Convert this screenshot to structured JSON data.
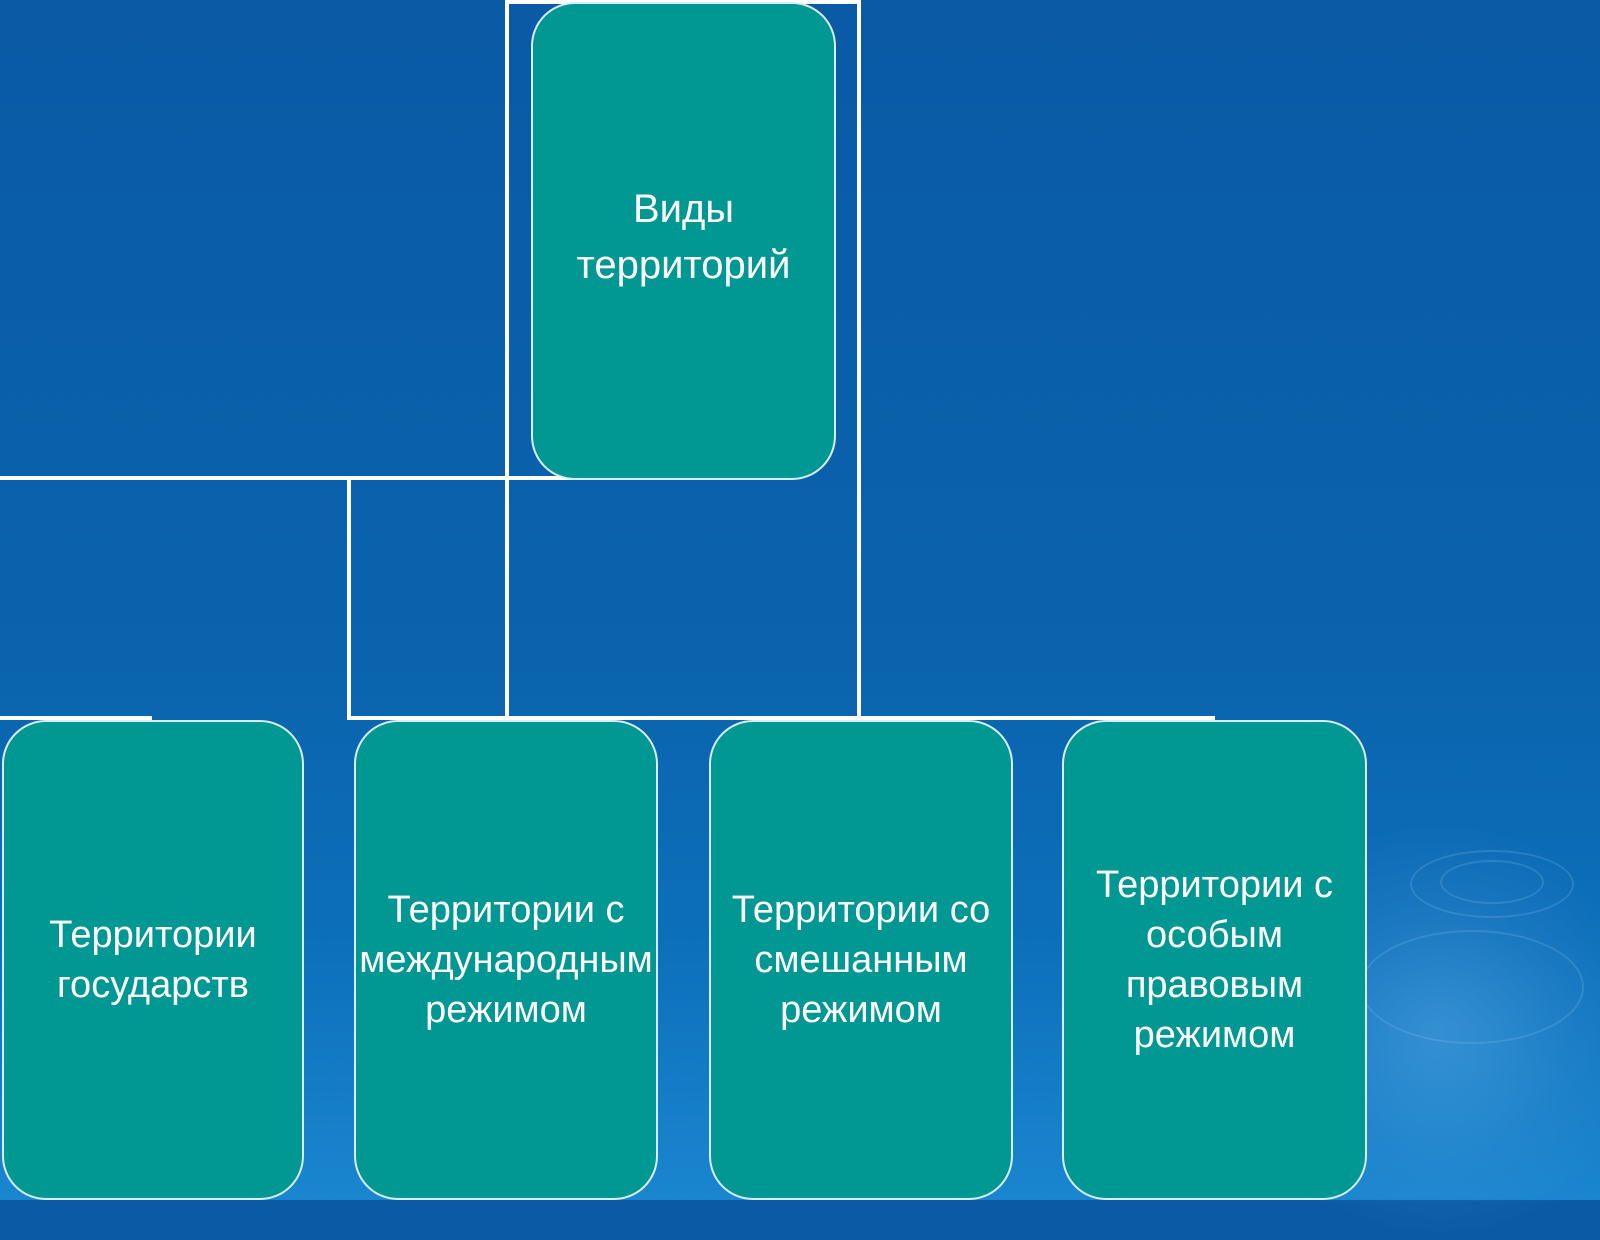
{
  "diagram": {
    "root": {
      "label": "Виды территорий"
    },
    "children": [
      {
        "label": "Территории государств"
      },
      {
        "label": "Территории с международным режимом"
      },
      {
        "label": "Территории со смешанным режимом"
      },
      {
        "label": "Территории с особым правовым режимом"
      }
    ]
  },
  "colors": {
    "background": "#0b5fa9",
    "box_fill": "#019793",
    "box_border": "#d8eef2",
    "connector": "#ffffff",
    "text": "#ffffff"
  }
}
